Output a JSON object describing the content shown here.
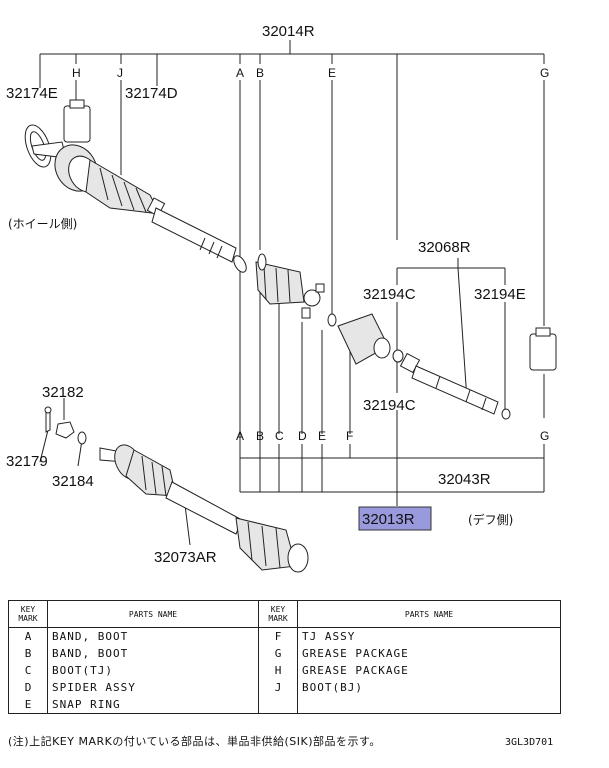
{
  "callouts": {
    "assy_32014R": "32014R",
    "p32174E": "32174E",
    "p32174D": "32174D",
    "p32068R": "32068R",
    "p32194C_top": "32194C",
    "p32194E": "32194E",
    "p32194C_bottom": "32194C",
    "p32182": "32182",
    "p32179": "32179",
    "p32184": "32184",
    "p32043R": "32043R",
    "p32013R": "32013R",
    "p32073AR": "32073AR"
  },
  "side_labels": {
    "wheel_side": "(ホイール側)",
    "diff_side": "(デフ側)"
  },
  "key_marks": {
    "top": [
      "H",
      "J",
      "A",
      "B",
      "E",
      "G"
    ],
    "bottom": [
      "A",
      "B",
      "C",
      "D",
      "E",
      "F",
      "G"
    ]
  },
  "table": {
    "key_header": "KEY\nMARK",
    "name_header": "PARTS NAME",
    "left": [
      {
        "key": "A",
        "name": "BAND, BOOT"
      },
      {
        "key": "B",
        "name": "BAND, BOOT"
      },
      {
        "key": "C",
        "name": "BOOT(TJ)"
      },
      {
        "key": "D",
        "name": "SPIDER ASSY"
      },
      {
        "key": "E",
        "name": "SNAP RING"
      }
    ],
    "right": [
      {
        "key": "F",
        "name": "TJ ASSY"
      },
      {
        "key": "G",
        "name": "GREASE PACKAGE"
      },
      {
        "key": "H",
        "name": "GREASE PACKAGE"
      },
      {
        "key": "J",
        "name": "BOOT(BJ)"
      },
      {
        "key": "",
        "name": ""
      }
    ]
  },
  "footnote": "(注)上記KEY MARKの付いている部品は、単品非供給(SIK)部品を示す。",
  "figure_code": "3GL3D701",
  "colors": {
    "highlight": "#9999dd",
    "line": "#222222"
  }
}
